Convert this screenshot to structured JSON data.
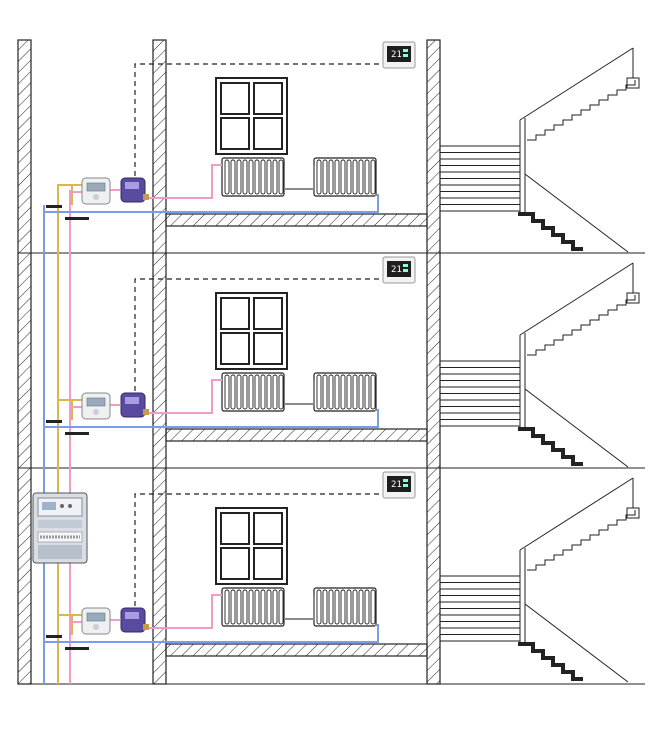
{
  "diagram": {
    "floors": [
      {
        "name": "floor-3",
        "thermostat_reading": "21"
      },
      {
        "name": "floor-2",
        "thermostat_reading": "21"
      },
      {
        "name": "floor-1",
        "thermostat_reading": "21"
      }
    ],
    "colors": {
      "supply_pipe": "#d8b84a",
      "return_pipe": "#f29ac8",
      "loop_pipe": "#7b9de8",
      "link_pipe": "#8a8a8a",
      "outline": "#222222",
      "meter_body": "#d8dde6",
      "valve_body": "#5a4aa0"
    },
    "icons": {
      "thermostat": "thermostat-icon",
      "heat_meter": "heat-meter-icon",
      "control_valve": "control-valve-icon",
      "electric_meter": "electric-meter-icon",
      "radiator": "radiator-icon",
      "window": "window-icon"
    }
  }
}
